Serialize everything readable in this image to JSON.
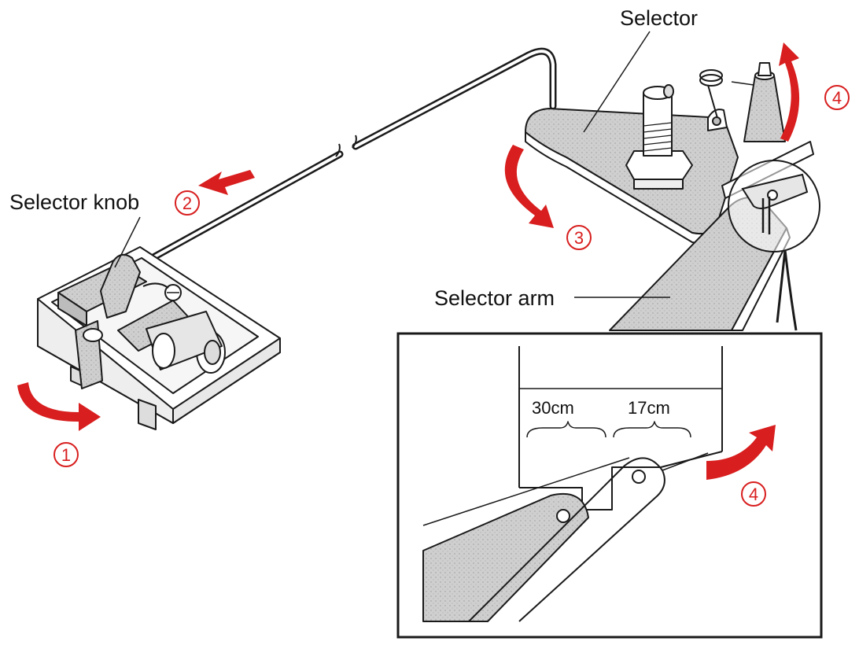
{
  "labels": {
    "selector": "Selector",
    "selector_knob": "Selector knob",
    "selector_arm": "Selector arm"
  },
  "inset": {
    "dim_left": "30cm",
    "dim_right": "17cm"
  },
  "steps": {
    "s1": "1",
    "s2": "2",
    "s3": "3",
    "s4_top": "4",
    "s4_inset": "4"
  },
  "colors": {
    "accent": "#d81e1e",
    "line": "#1a1a1a",
    "part_fill": "#c8c8c8",
    "part_light": "#e6e6e6"
  }
}
